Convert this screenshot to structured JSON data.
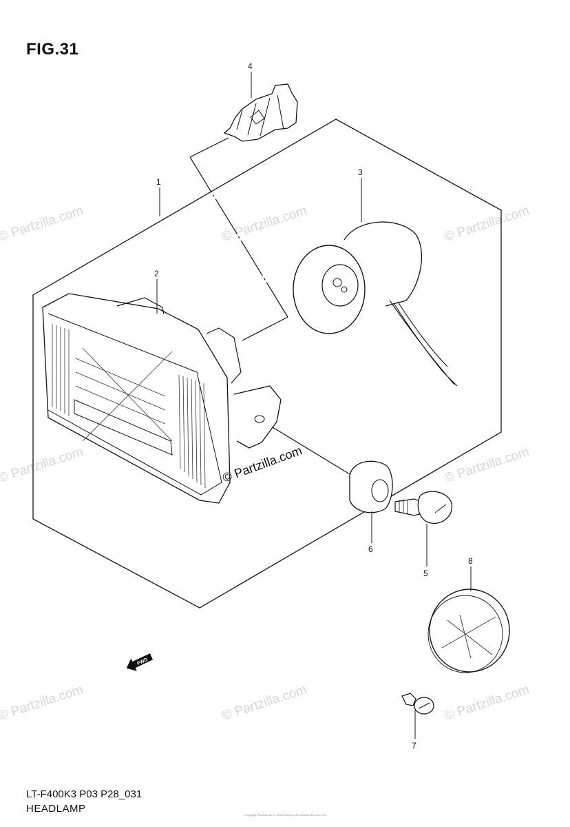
{
  "figure": {
    "title": "FIG.31",
    "diagram_code": "LT-F400K3 P03 P28_031",
    "caption": "HEADLAMP",
    "copyright_small": "Copyright Partzilla.com © 2006-2023 by ARI Network Services, Inc."
  },
  "watermark": {
    "text": "© Partzilla.com",
    "main_text": "© Partzilla.com"
  },
  "callouts": [
    "1",
    "2",
    "3",
    "4",
    "5",
    "6",
    "7",
    "8"
  ],
  "forward_arrow": {
    "label": "FWD"
  }
}
